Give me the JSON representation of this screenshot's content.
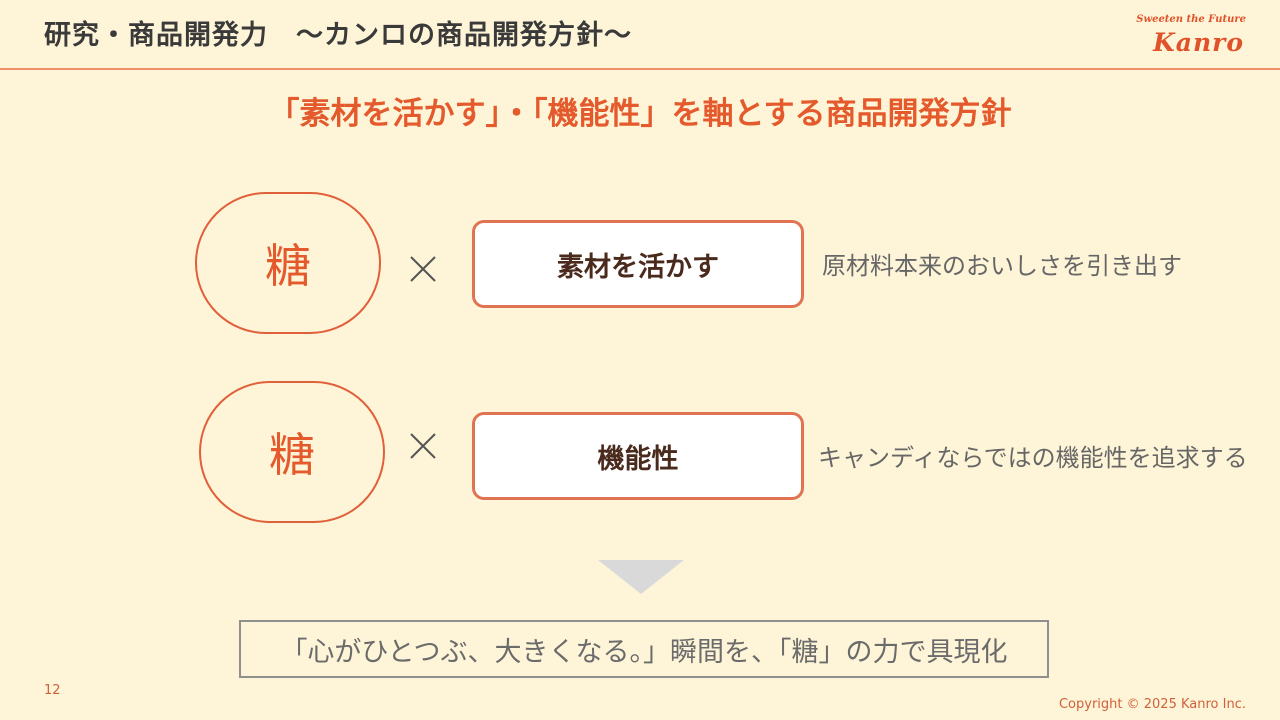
{
  "header": {
    "title": "研究・商品開発力　～カンロの商品開発方針～",
    "logo": {
      "tagline": "Sweeten the Future",
      "name": "Kanro"
    }
  },
  "headline": "「素材を活かす」・「機能性」を軸とする商品開発方針",
  "rows": [
    {
      "badge": "糖",
      "operator_icon": "multiply-icon",
      "concept": "素材を活かす",
      "description": "原材料本来のおいしさを引き出す"
    },
    {
      "badge": "糖",
      "operator_icon": "multiply-icon",
      "concept": "機能性",
      "description": "キャンディならではの機能性を追求する"
    }
  ],
  "arrow_icon": "down-triangle-icon",
  "conclusion": "「心がひとつぶ、大きくなる。」瞬間を、「糖」の力で具現化",
  "footer": {
    "page_number": "12",
    "copyright": "Copyright © 2025  Kanro Inc."
  },
  "colors": {
    "background": "#fef5d8",
    "accent": "#e45a2c",
    "rule": "#ec8f6a",
    "box_border": "#e07352",
    "text_gray": "#666666"
  }
}
